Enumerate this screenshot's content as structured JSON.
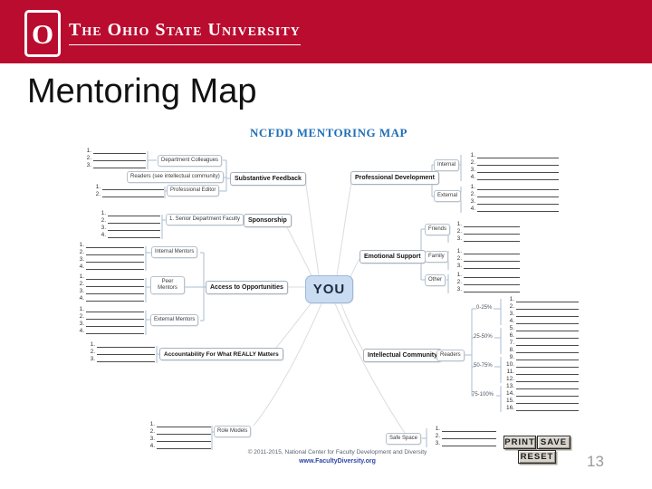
{
  "slide": {
    "header": {
      "university": "The Ohio State University",
      "logo": "O"
    },
    "title": "Mentoring Map",
    "page_number": "13"
  },
  "diagram": {
    "title": "NCFDD MENTORING MAP",
    "center": "YOU",
    "boxes": {
      "dept_colleagues": "Department Colleagues",
      "readers_note": "Readers (see intellectual community)",
      "prof_editor": "Professional Editor",
      "substantive_feedback": "Substantive Feedback",
      "senior_faculty": "1. Senior Department Faculty",
      "sponsorship": "Sponsorship",
      "internal_mentors": "Internal Mentors",
      "peer_mentors": "Peer Mentors",
      "access_opportunities": "Access to Opportunities",
      "external_mentors": "External Mentors",
      "accountability": "Accountability For What REALLY Matters",
      "role_models": "Role Models",
      "professional_development": "Professional Development",
      "internal": "Internal",
      "external": "External",
      "emotional_support": "Emotional Support",
      "friends": "Friends",
      "family": "Family",
      "other": "Other",
      "intellectual_community": "Intellectual Community",
      "readers": "Readers",
      "safe_space": "Safe Space"
    },
    "percent_tiers": [
      "0-25%",
      "25-50%",
      "50-75%",
      "75-100%"
    ],
    "line_groups": {
      "dept_colleagues": [
        "1.",
        "2.",
        "3."
      ],
      "prof_editor": [
        "1.",
        "2."
      ],
      "senior_faculty": [
        "1.",
        "2.",
        "3.",
        "4."
      ],
      "internal_mentors": [
        "1.",
        "2.",
        "3.",
        "4."
      ],
      "peer_mentors": [
        "1.",
        "2.",
        "3.",
        "4."
      ],
      "external_mentors": [
        "1.",
        "2.",
        "3.",
        "4."
      ],
      "accountability": [
        "1.",
        "2.",
        "3."
      ],
      "role_models": [
        "1.",
        "2.",
        "3.",
        "4."
      ],
      "pd_internal": [
        "1.",
        "2.",
        "3.",
        "4."
      ],
      "pd_external": [
        "1.",
        "2.",
        "3.",
        "4."
      ],
      "friends": [
        "1.",
        "2.",
        "3."
      ],
      "family": [
        "1.",
        "2.",
        "3."
      ],
      "other": [
        "1.",
        "2.",
        "3."
      ],
      "tier1": [
        "1.",
        "2.",
        "3.",
        "4."
      ],
      "tier2": [
        "5.",
        "6.",
        "7.",
        "8."
      ],
      "tier3": [
        "9.",
        "10.",
        "11.",
        "12."
      ],
      "tier4": [
        "13.",
        "14.",
        "15.",
        "16."
      ],
      "safe_space": [
        "1.",
        "2.",
        "3."
      ]
    },
    "footer": {
      "copyright": "© 2011-2015, National Center for Faculty Development and Diversity",
      "website": "www.FacultyDiversity.org"
    },
    "buttons": {
      "print": "PRINT",
      "save": "SAVE",
      "reset": "RESET"
    },
    "colors": {
      "scarlet": "#BA0C2F",
      "diagram_title_blue": "#1F6FB8",
      "you_fill": "#C9DCF1"
    }
  }
}
